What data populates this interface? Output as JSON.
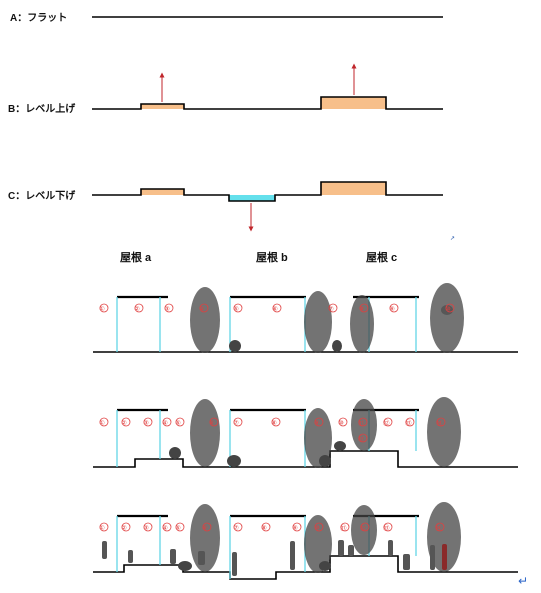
{
  "labels": {
    "a": "A：フラット",
    "b": "B：レベル上げ",
    "c": "C：レベル下げ"
  },
  "roofs": {
    "a": "屋根 a",
    "b": "屋根 b",
    "c": "屋根 c"
  },
  "markers": {
    "m1": "①",
    "m2": "②",
    "m3": "③",
    "m4": "④",
    "m5": "⑤",
    "m6": "⑥",
    "m7": "⑦",
    "m8": "⑧",
    "m9": "⑨",
    "m10": "⑩",
    "m11": "⑪",
    "m12": "⑫",
    "m13": "⑬",
    "m14": "⑭"
  },
  "colors": {
    "raised": "#f7bf8a",
    "lowered": "#64e0ec",
    "arrow": "#c0262b",
    "column": "#63d6e6",
    "marker": "#e04040"
  },
  "return_mark": "↵"
}
